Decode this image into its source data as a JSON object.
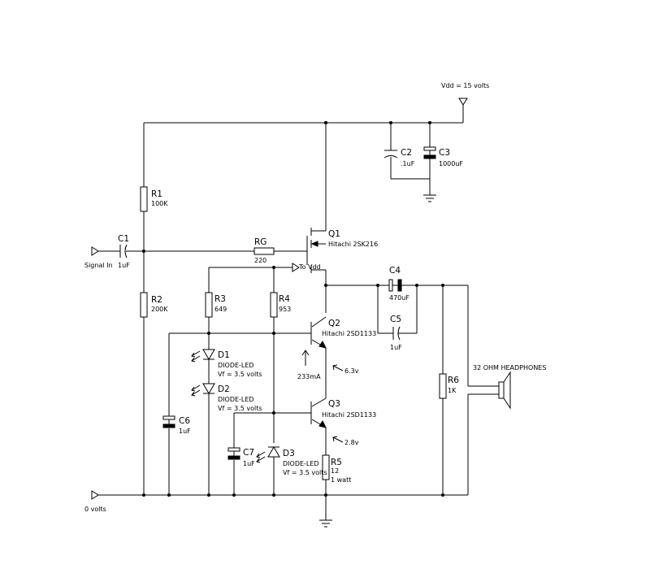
{
  "supply_label": "Vdd = 15 volts",
  "ground_label": "0 volts",
  "signal_label": "Signal In",
  "to_vdd_label": "To Vdd",
  "headphones_label": "32 OHM HEADPHONES",
  "measurements": {
    "current_q2": "233mA",
    "voltage_q2": "6.3v",
    "voltage_q3": "2.8v"
  },
  "components": {
    "r1": {
      "ref": "R1",
      "value": "100K"
    },
    "r2": {
      "ref": "R2",
      "value": "200K"
    },
    "rg": {
      "ref": "RG",
      "value": "220"
    },
    "r3": {
      "ref": "R3",
      "value": "649"
    },
    "r4": {
      "ref": "R4",
      "value": "953"
    },
    "r5": {
      "ref": "R5",
      "value": "12",
      "rating": "1 watt"
    },
    "r6": {
      "ref": "R6",
      "value": "1K"
    },
    "c1": {
      "ref": "C1",
      "value": "1uF"
    },
    "c2": {
      "ref": "C2",
      "value": ".1uF"
    },
    "c3": {
      "ref": "C3",
      "value": "1000uF"
    },
    "c4": {
      "ref": "C4",
      "value": "470uF"
    },
    "c5": {
      "ref": "C5",
      "value": "1uF"
    },
    "c6": {
      "ref": "C6",
      "value": "1uF"
    },
    "c7": {
      "ref": "C7",
      "value": "1uF"
    },
    "q1": {
      "ref": "Q1",
      "part": "Hitachi 2SK216"
    },
    "q2": {
      "ref": "Q2",
      "part": "Hitachi 2SD1133"
    },
    "q3": {
      "ref": "Q3",
      "part": "Hitachi 2SD1133"
    },
    "d1": {
      "ref": "D1",
      "type": "DIODE-LED",
      "vf": "Vf = 3.5 volts"
    },
    "d2": {
      "ref": "D2",
      "type": "DIODE-LED",
      "vf": "Vf = 3.5 volts"
    },
    "d3": {
      "ref": "D3",
      "type": "DIODE-LED",
      "vf": "Vf = 3.5 volts"
    }
  }
}
